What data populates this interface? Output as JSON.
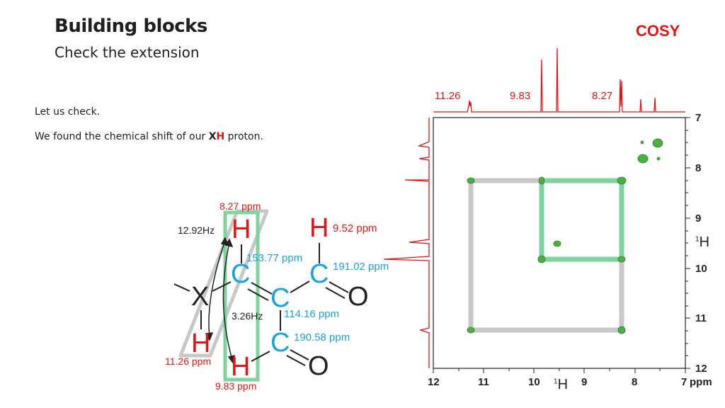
{
  "header": {
    "title": "Building blocks",
    "subtitle": "Check the extension",
    "badge": "COSY"
  },
  "text": {
    "line1": "Let us check.",
    "line2_prefix": "We found the chemical shift of our ",
    "line2_x": "X",
    "line2_h": "H",
    "line2_suffix": " proton."
  },
  "molecule": {
    "atoms": {
      "x": "X",
      "c1": "C",
      "c2": "C",
      "c3": "C",
      "c4": "C",
      "h_top": "H",
      "h_ald_top": "H",
      "h_bottom_left": "H",
      "h_bottom": "H",
      "o1": "O",
      "o2": "O"
    },
    "labels": {
      "h_top_ppm": "8.27 ppm",
      "h_ald_top_ppm": "9.52 ppm",
      "h_bottom_left_ppm": "11.26 ppm",
      "h_bottom_ppm": "9.83 ppm",
      "c1_ppm": "153.77 ppm",
      "c3_ppm": "191.02 ppm",
      "c2_ppm": "114.16 ppm",
      "c4_ppm": "190.58 ppm",
      "j1": "12.92Hz",
      "j2": "3.26Hz"
    }
  },
  "spectrum": {
    "top_peak_labels": [
      "11.26",
      "9.83",
      "8.27"
    ],
    "right_axis_ticks": [
      "7",
      "8",
      "9",
      "10",
      "11",
      "12"
    ],
    "bottom_axis_ticks": [
      "12",
      "11",
      "10",
      "9",
      "8",
      "7"
    ],
    "bottom_axis_unit": "ppm",
    "axis_nucleus_sup": "1",
    "axis_nucleus": "H",
    "colors": {
      "trace": "#e31414",
      "gray_box": "#c8c8c8",
      "green_box": "#7fd39e",
      "cross_peak": "#4caf3f"
    }
  }
}
